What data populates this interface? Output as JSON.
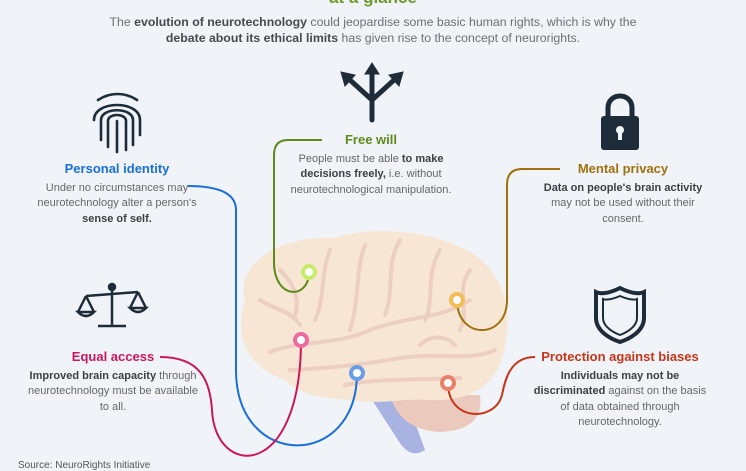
{
  "title_fragment": "at a glance",
  "intro": {
    "t1": "The ",
    "b1": "evolution of neurotechnology",
    "t2": " could jeopardise some basic human rights, which is why the ",
    "b2": "debate about its ethical limits",
    "t3": " has given rise to the concept of neurorights."
  },
  "rights": {
    "identity": {
      "icon": "fingerprint-icon",
      "title": "Personal identity",
      "t1": "Under no circumstances may neurotechnology alter a person's ",
      "b1": "sense of self.",
      "color": "#1a6fd6"
    },
    "freewill": {
      "icon": "split-arrows-icon",
      "title": "Free will",
      "t1": "People must be able ",
      "b1": "to make decisions freely,",
      "t2": " i.e. without neurotechnological manipulation.",
      "color": "#5e8a1c"
    },
    "privacy": {
      "icon": "padlock-icon",
      "title": "Mental privacy",
      "b1": "Data on people's brain activity",
      "t1": " may not be used without their consent.",
      "color": "#a0700e"
    },
    "access": {
      "icon": "scales-icon",
      "title": "Equal access",
      "b1": "Improved brain capacity",
      "t1": " through neurotechnology must be available to all.",
      "color": "#c9175e"
    },
    "biases": {
      "icon": "shield-icon",
      "title": "Protection against biases",
      "b1": "Individuals may not be discriminated",
      "t1": " against on the basis of data obtained through neurotechnology.",
      "color": "#c4361a"
    }
  },
  "source": "Source: NeuroRights Initiative"
}
